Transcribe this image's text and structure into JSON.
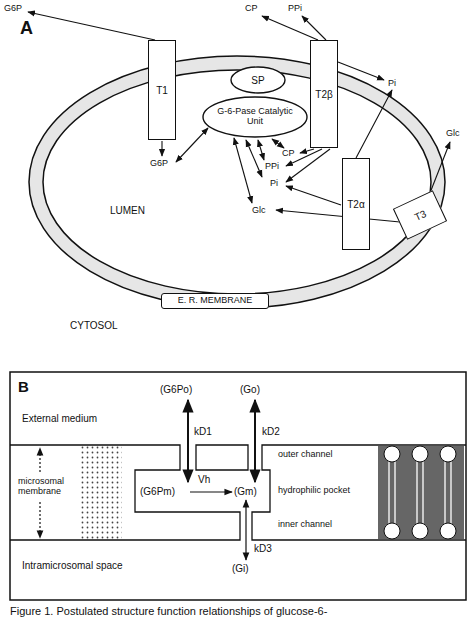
{
  "diagram": {
    "caption": "Figure 1. Postulated structure function relationships of glucose-6-",
    "nodes": [
      {
        "text": [
          "SP"
        ]
      },
      {
        "text": [
          "G-6-Pase Catalytic Unit"
        ]
      },
      {
        "text": [
          "T1"
        ]
      },
      {
        "text": [
          "T2β"
        ]
      },
      {
        "text": [
          "T2α"
        ]
      },
      {
        "text": [
          "T3"
        ]
      },
      {
        "text": [
          "E. R. MEMBRANE"
        ]
      }
    ],
    "labels": [
      "A",
      "G6P",
      "G6P",
      "CP",
      "PPi",
      "Pi",
      "CP",
      "PPi",
      "Pi",
      "Glc",
      "Glc",
      "LUMEN",
      "CYTOSOL",
      "B",
      "(G6Po)",
      "(Go)",
      "kD1",
      "kD2",
      "External medium",
      "microsomal membrane",
      "(G6Pm)",
      "Vh",
      "(Gm)",
      "outer channel",
      "hydrophilic pocket",
      "inner channel",
      "kD3",
      "(Gi)",
      "Intramicrosomal space"
    ]
  }
}
